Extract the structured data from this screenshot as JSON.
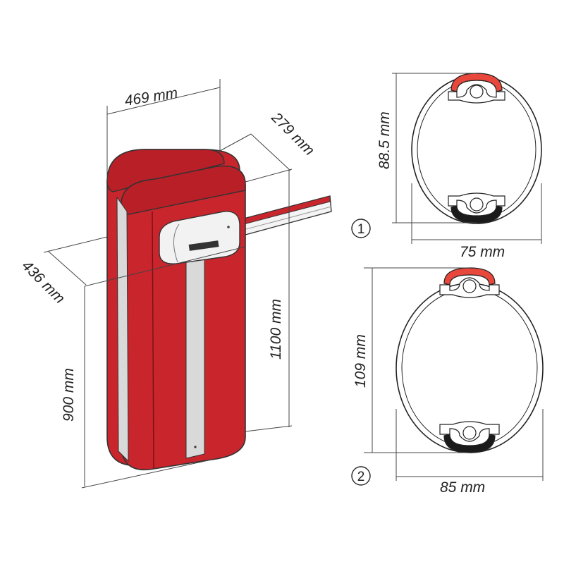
{
  "colors": {
    "body_red": "#c8252c",
    "body_red_dark": "#a81b22",
    "strip_grey": "#d9d9d9",
    "profile_red": "#e8473c",
    "profile_black": "#1a1a1a",
    "line": "#333333"
  },
  "dimensions": {
    "width": "469 mm",
    "depth": "279 mm",
    "base_depth": "436 mm",
    "height_total": "1100 mm",
    "height_base": "900 mm"
  },
  "profiles": [
    {
      "number": "①",
      "height": "88.5 mm",
      "width": "75 mm"
    },
    {
      "number": "②",
      "height": "109 mm",
      "width": "85 mm"
    }
  ]
}
